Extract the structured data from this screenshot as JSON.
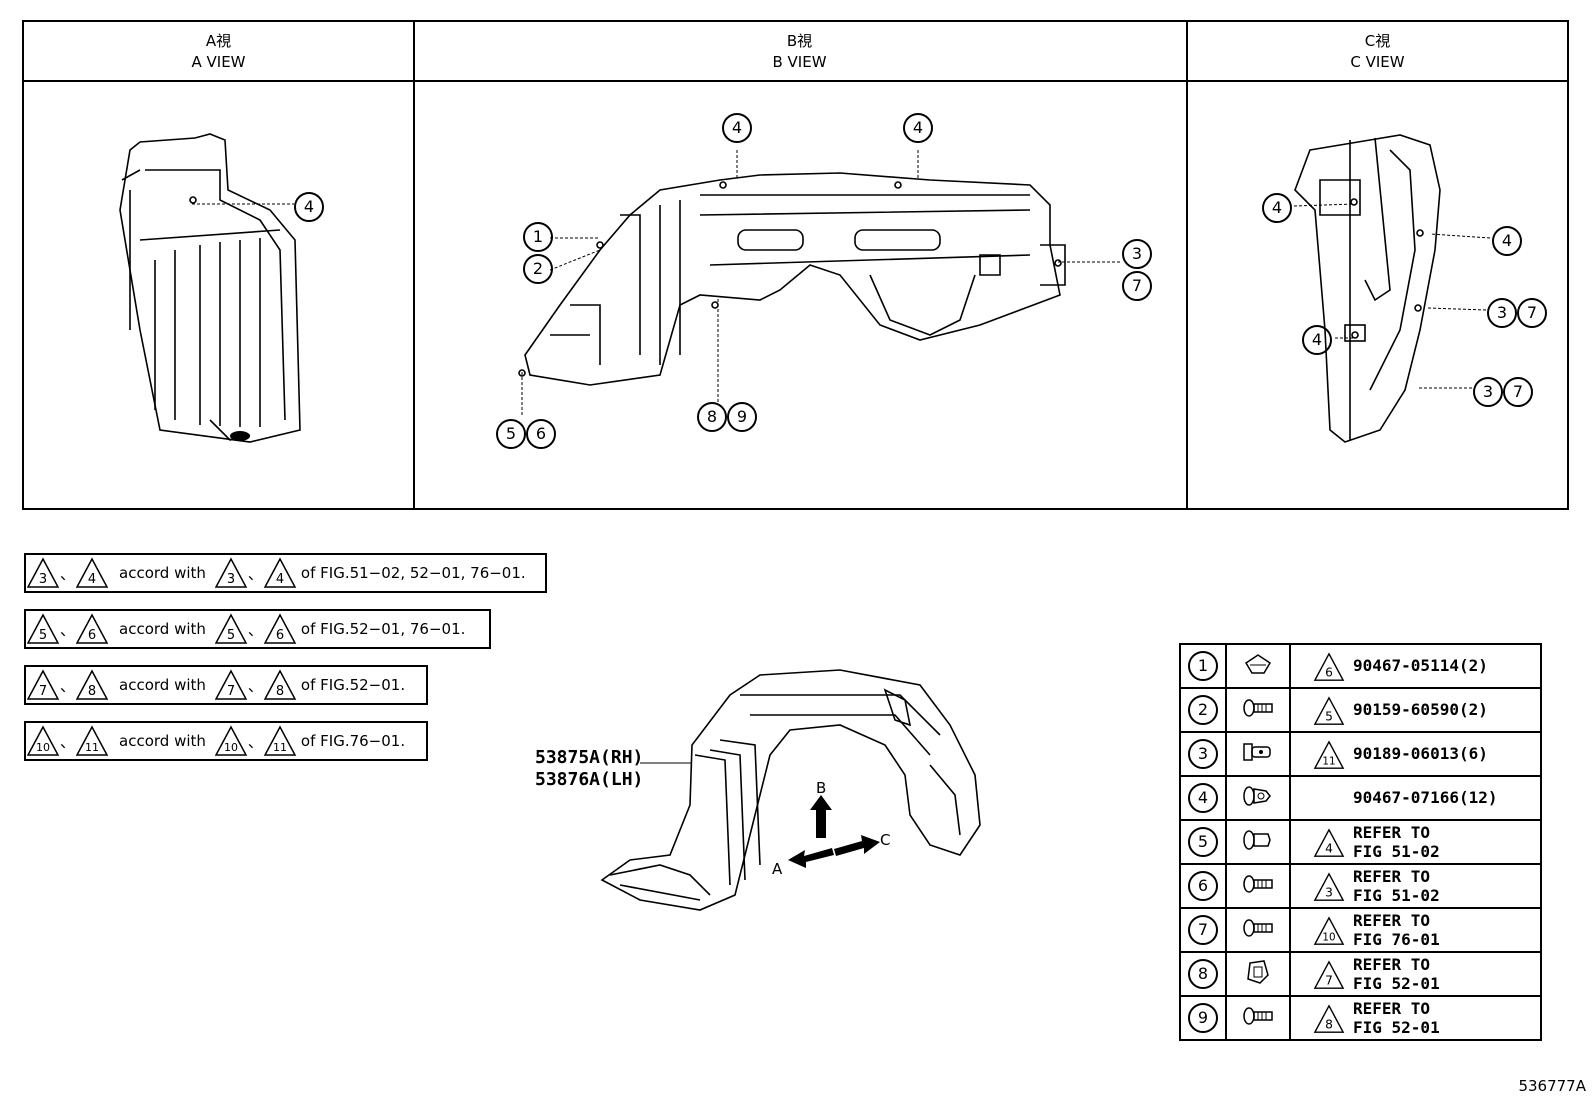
{
  "views": [
    {
      "jp": "A視",
      "en": "A VIEW"
    },
    {
      "jp": "B視",
      "en": "B VIEW"
    },
    {
      "jp": "C視",
      "en": "C VIEW"
    }
  ],
  "callouts": {
    "a": [
      "4"
    ],
    "b": [
      "4",
      "4",
      "1",
      "2",
      "3",
      "7",
      "5",
      "6",
      "8",
      "9"
    ],
    "c": [
      "4",
      "4",
      "3",
      "7",
      "4",
      "3",
      "7"
    ]
  },
  "notes": [
    {
      "t1": "3",
      "t2": "4",
      "sep": "、",
      "accord": "accord with",
      "tail": "of FIG.51−02, 52−01, 76−01."
    },
    {
      "t1": "5",
      "t2": "6",
      "sep": "、",
      "accord": "accord with",
      "tail": "of FIG.52−01, 76−01."
    },
    {
      "t1": "7",
      "t2": "8",
      "sep": "、",
      "accord": "accord with",
      "tail": "of FIG.52−01."
    },
    {
      "t1": "10",
      "t2": "11",
      "sep": "、",
      "accord": "accord with",
      "tail": "of FIG.76−01."
    }
  ],
  "main_part": {
    "rh": "53875A(RH)",
    "lh": "53876A(LH)"
  },
  "arrows": {
    "a": "A",
    "b": "B",
    "c": "C"
  },
  "parts": [
    {
      "no": "1",
      "icon": "clip-nut-icon",
      "tri": "6",
      "part": "90467-05114(2)"
    },
    {
      "no": "2",
      "icon": "screw-icon",
      "tri": "5",
      "part": "90159-60590(2)"
    },
    {
      "no": "3",
      "icon": "bolt-icon",
      "tri": "11",
      "part": "90189-06013(6)"
    },
    {
      "no": "4",
      "icon": "clip-icon",
      "tri": "",
      "part": "90467-07166(12)"
    },
    {
      "no": "5",
      "icon": "rivet-icon",
      "tri": "4",
      "line1": "REFER TO",
      "line2": "FIG 51-02"
    },
    {
      "no": "6",
      "icon": "screw-icon",
      "tri": "3",
      "line1": "REFER TO",
      "line2": "FIG 51-02"
    },
    {
      "no": "7",
      "icon": "screw-icon",
      "tri": "10",
      "line1": "REFER TO",
      "line2": "FIG 76-01"
    },
    {
      "no": "8",
      "icon": "nut-icon",
      "tri": "7",
      "line1": "REFER TO",
      "line2": "FIG 52-01"
    },
    {
      "no": "9",
      "icon": "screw-icon",
      "tri": "8",
      "line1": "REFER TO",
      "line2": "FIG 52-01"
    }
  ],
  "figure_number": "536777A"
}
